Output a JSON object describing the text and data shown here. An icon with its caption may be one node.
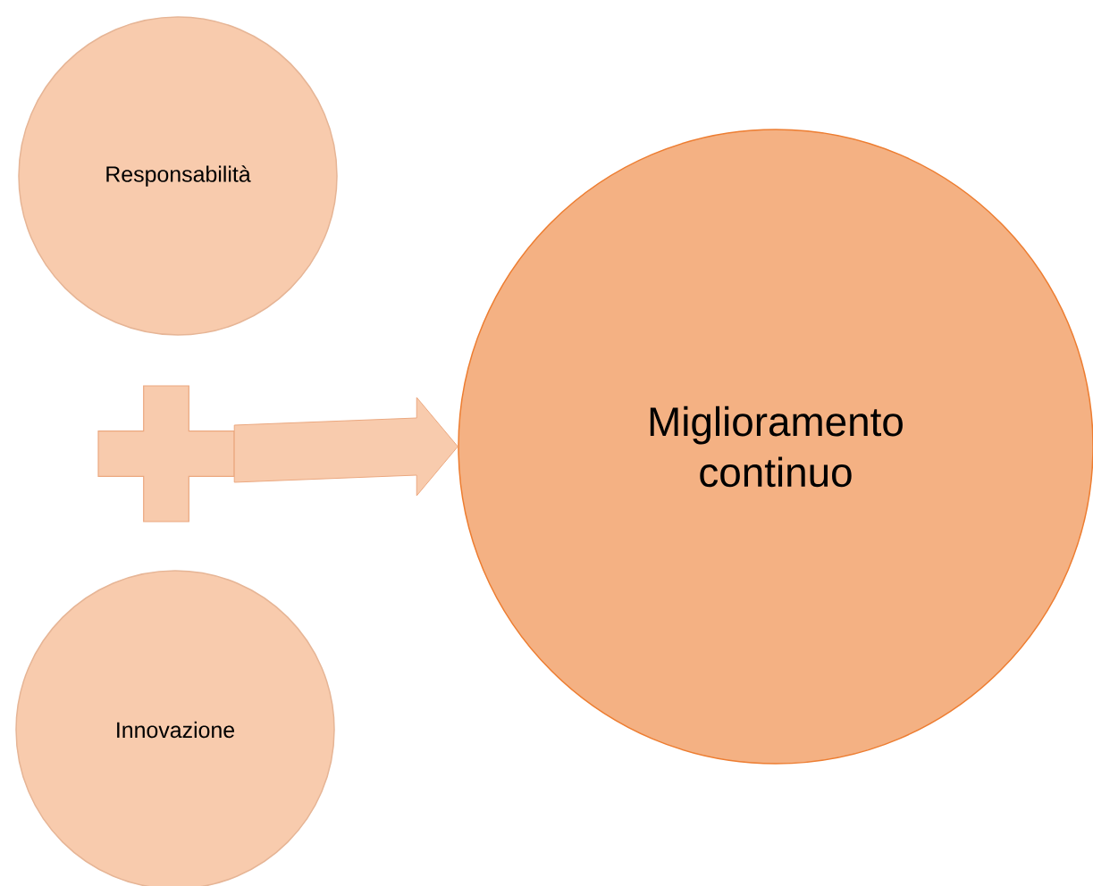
{
  "diagram": {
    "nodes": [
      {
        "text": [
          "Responsabilità"
        ]
      },
      {
        "text": [],
        "shape": "plus"
      },
      {
        "text": [
          "Innovazione"
        ]
      },
      {
        "text": [
          "Miglioramento continuo"
        ]
      }
    ],
    "edges": [
      {
        "from": 1,
        "to": 3,
        "arrow": "to"
      }
    ]
  }
}
